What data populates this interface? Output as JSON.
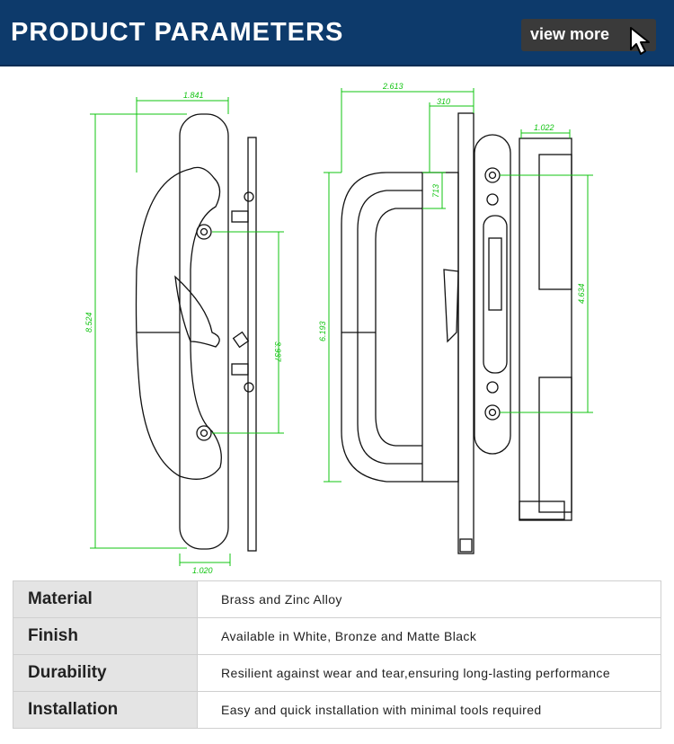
{
  "header": {
    "title": "PRODUCT PARAMETERS",
    "view_more_label": "view more"
  },
  "drawing": {
    "dimensions": {
      "left_top_width": "1.841",
      "left_height": "8.524",
      "left_hole_spacing": "3.937",
      "left_bottom_width": "1.020",
      "right_top_width": "2.613",
      "right_plate_width": "310",
      "right_inner_offset": "713",
      "right_height": "6.193",
      "right_cover_width": "1.022",
      "right_hole_spacing": "4.634"
    }
  },
  "specs": [
    {
      "label": "Material",
      "value": "Brass and Zinc Alloy"
    },
    {
      "label": "Finish",
      "value": "Available in White, Bronze and Matte Black"
    },
    {
      "label": "Durability",
      "value": "Resilient against wear and tear,ensuring long-lasting performance"
    },
    {
      "label": "Installation",
      "value": "Easy and quick installation with minimal tools required"
    }
  ],
  "colors": {
    "header_bg": "#0d3a6b",
    "dimension_line": "#11c411",
    "label_cell_bg": "#e4e4e4"
  }
}
